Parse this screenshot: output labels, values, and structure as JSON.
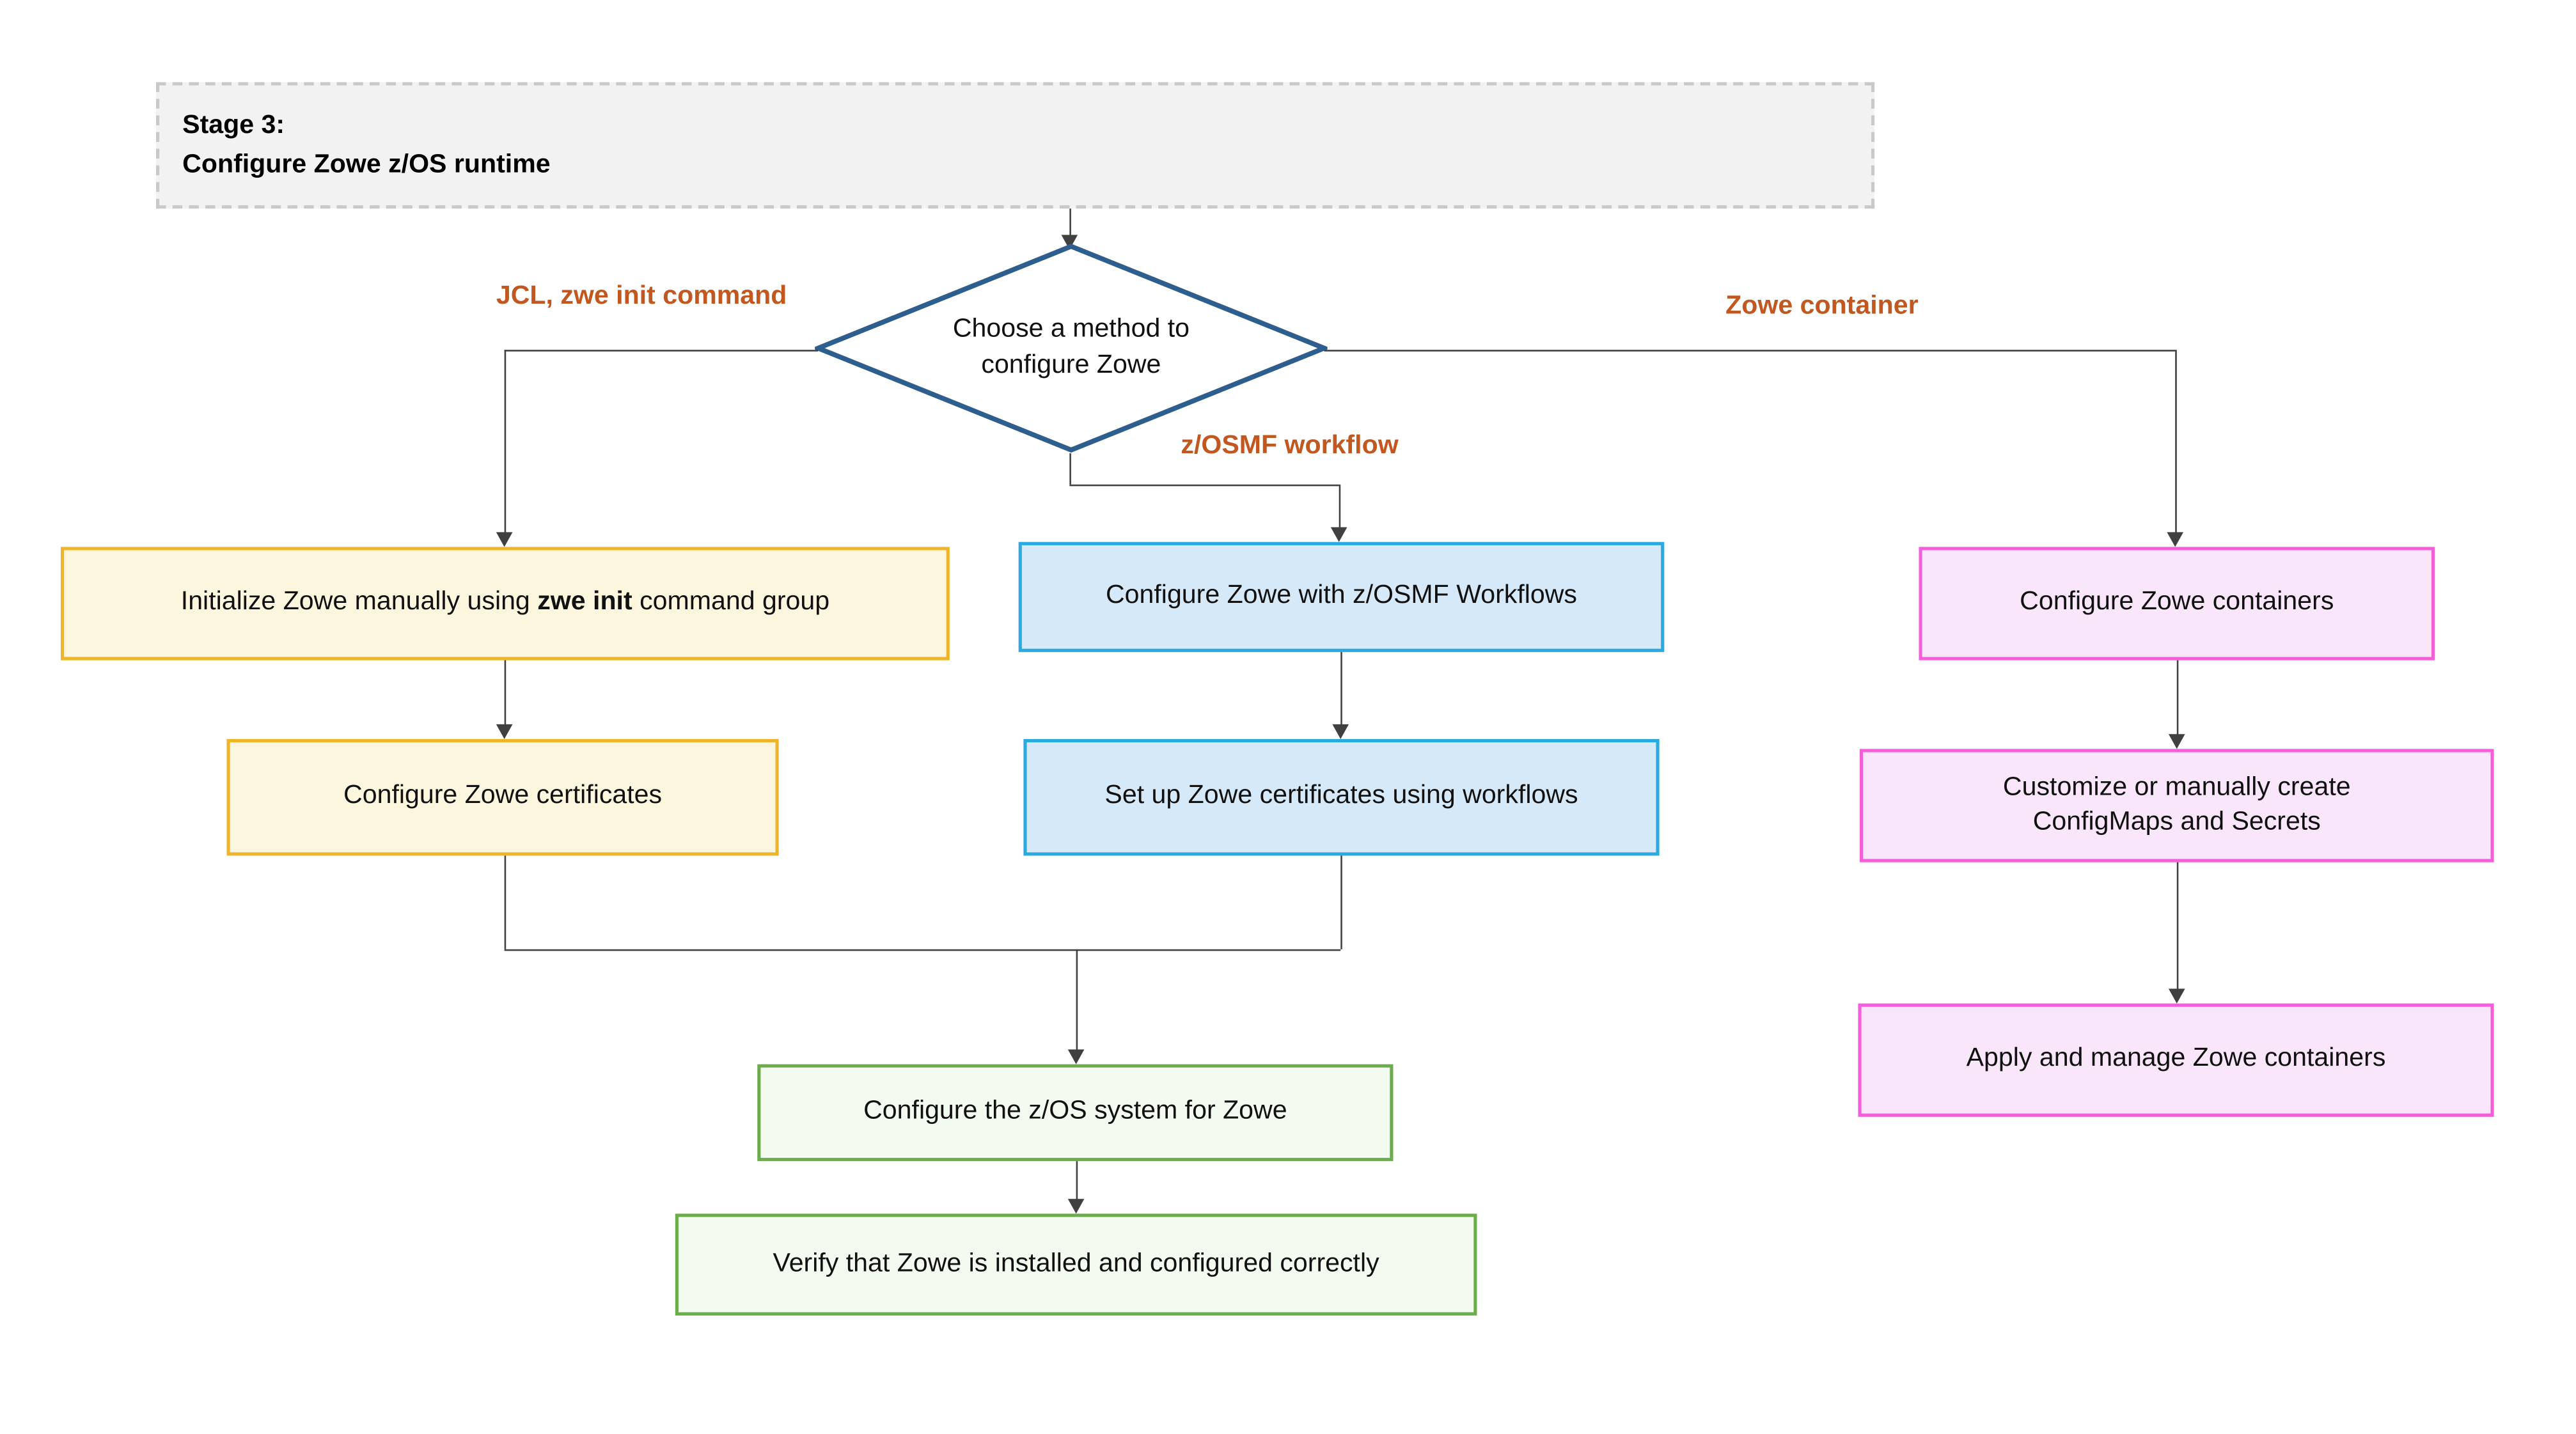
{
  "stage": {
    "line1": "Stage 3:",
    "line2": "Configure Zowe z/OS runtime"
  },
  "decision": {
    "label": "Choose a method to configure Zowe"
  },
  "branch_labels": {
    "left": "JCL, zwe init command",
    "middle": "z/OSMF workflow",
    "right": "Zowe container"
  },
  "nodes": {
    "init_zowe": {
      "pre": "Initialize Zowe manually using ",
      "bold": "zwe init",
      "post": " command group"
    },
    "config_certs": {
      "label": "Configure Zowe certificates"
    },
    "zosmf_workflows": {
      "label": "Configure Zowe with z/OSMF Workflows"
    },
    "certs_workflows": {
      "label": "Set up Zowe certificates using workflows"
    },
    "config_containers": {
      "label": "Configure Zowe containers"
    },
    "configmaps_secrets": {
      "label": "Customize or manually create ConfigMaps and Secrets"
    },
    "apply_containers": {
      "label": "Apply and manage Zowe containers"
    },
    "config_zos": {
      "label": "Configure the z/OS system for Zowe"
    },
    "verify": {
      "label": "Verify that Zowe is installed and configured correctly"
    }
  },
  "colors": {
    "stage_box_bg": "#f2f2f2",
    "stage_box_border": "#c9c9c9",
    "decision_border": "#2e5e8e",
    "branch_label": "#c25720",
    "manual_bg": "#fdf6df",
    "manual_border": "#f0b42a",
    "workflow_bg": "#d6e9f8",
    "workflow_border": "#29abe2",
    "container_bg": "#fae6fa",
    "container_border": "#f45fd9",
    "common_bg": "#f3faf0",
    "common_border": "#6bad4b",
    "line": "#404040",
    "text": "#111111"
  }
}
